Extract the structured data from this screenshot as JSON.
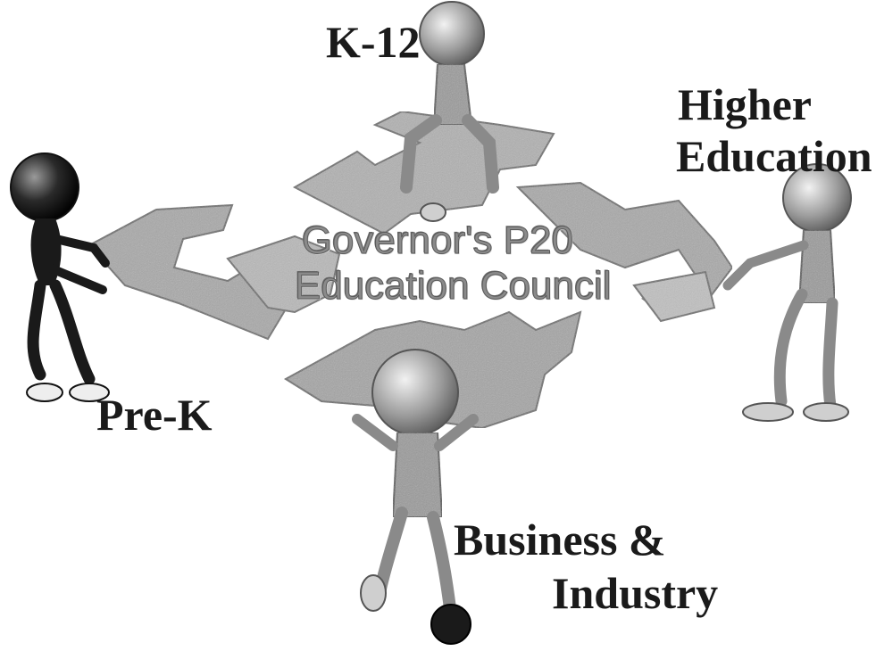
{
  "diagram": {
    "center": {
      "line1": "Governor's P20",
      "line2": "Education Council"
    },
    "participants": {
      "k12": "K-12",
      "higher_line1": "Higher",
      "higher_line2": "Education",
      "prek": "Pre-K",
      "business_line1": "Business &",
      "business_line2": "Industry"
    },
    "colors": {
      "figure": "#9a9a9a",
      "figure_dark": "#1a1a1a",
      "puzzle": "#a6a6a6",
      "puzzle_light": "#cfcfcf",
      "text": "#1a1a1a"
    }
  }
}
